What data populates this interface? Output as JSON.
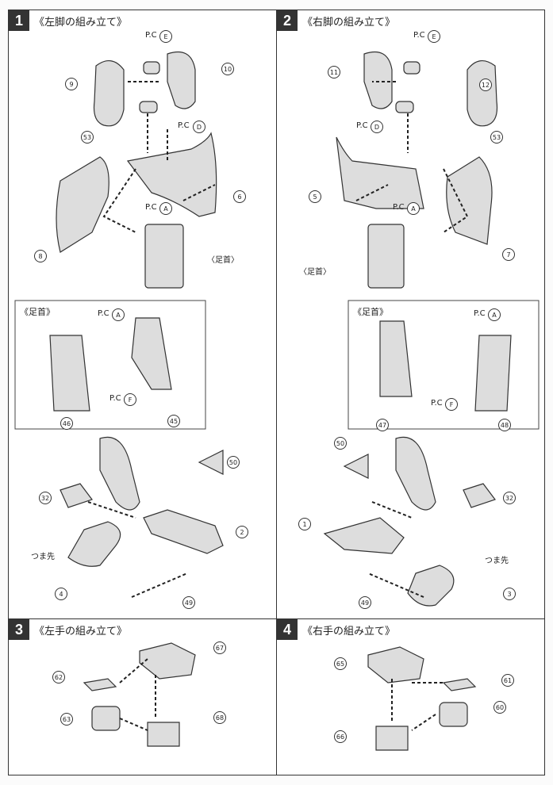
{
  "steps": [
    {
      "number": "1",
      "title": "《左脚の組み立て》"
    },
    {
      "number": "2",
      "title": "《右脚の組み立て》"
    },
    {
      "number": "3",
      "title": "《左手の組み立て》"
    },
    {
      "number": "4",
      "title": "《右手の組み立て》"
    }
  ],
  "labels": {
    "pc_e": "P.C",
    "pc_e_letter": "E",
    "pc_d": "P.C",
    "pc_d_letter": "D",
    "pc_a": "P.C",
    "pc_a_letter": "A",
    "pc_f": "P.C",
    "pc_f_letter": "F",
    "ankle": "〈足首〉",
    "ankle_box": "《足首》",
    "toe": "つま先"
  },
  "parts": {
    "p1": [
      "9",
      "10",
      "53",
      "6",
      "8",
      "46",
      "45",
      "50",
      "32",
      "2",
      "4",
      "49"
    ],
    "p2": [
      "11",
      "12",
      "53",
      "5",
      "7",
      "47",
      "48",
      "50",
      "32",
      "1",
      "3",
      "49"
    ],
    "p3": [
      "67",
      "62",
      "63",
      "68"
    ],
    "p4": [
      "65",
      "61",
      "60",
      "66"
    ]
  }
}
